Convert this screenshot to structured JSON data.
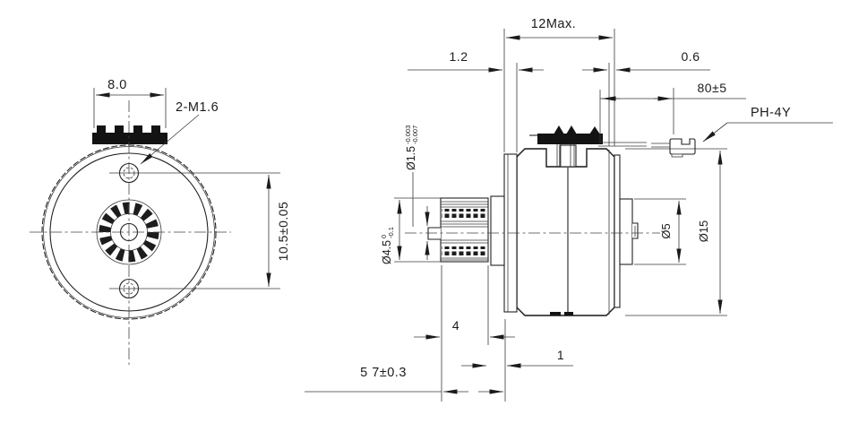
{
  "front_view": {
    "dim_top_width": "8.0",
    "screw_spec_label": "2-M1.6",
    "dim_hole_spacing": "10.5±0.05"
  },
  "side_view": {
    "dim_total_length": "12Max.",
    "dim_plate_thickness": "1.2",
    "dim_rear_lip": "0.6",
    "dim_lead_length": "80±5",
    "connector_label": "PH-4Y",
    "shaft_diameter": {
      "value": "Ø1.5",
      "tol_upper": "-0.003",
      "tol_lower": "-0.007"
    },
    "pinion_diameter": {
      "value": "Ø4.5",
      "tol_upper": "0",
      "tol_lower": "-0.1"
    },
    "boss_diameter": "Ø5",
    "body_diameter": "Ø15",
    "dim_pinion_width": "4",
    "dim_step": "1",
    "dim_shaft_length": "5 7±0.3"
  },
  "colors": {
    "line": "#2b2b2b",
    "fill_black": "#131313",
    "background": "#ffffff"
  }
}
